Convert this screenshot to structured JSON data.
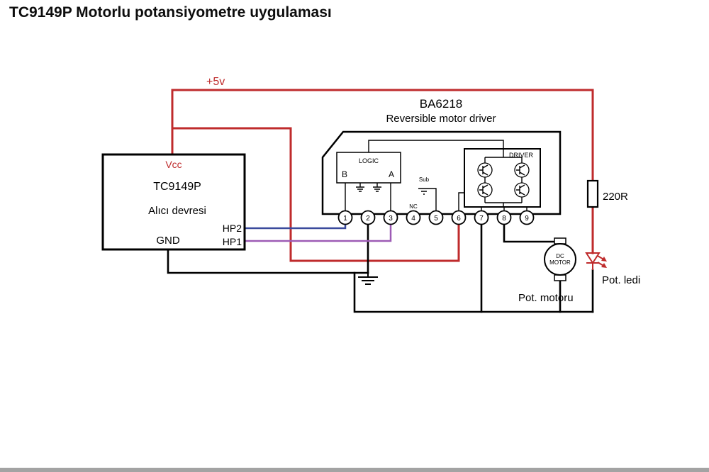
{
  "title": "TC9149P Motorlu potansiyometre uygulaması",
  "power": {
    "label": "+5v"
  },
  "receiver": {
    "vcc": "Vcc",
    "name": "TC9149P",
    "subtitle": "Alıcı devresi",
    "gnd": "GND",
    "hp2": "HP2",
    "hp1": "HP1"
  },
  "driver_ic": {
    "name": "BA6218",
    "subtitle": "Reversible motor driver",
    "logic_label": "LOGIC",
    "input_b": "B",
    "input_a": "A",
    "sub_label": "Sub",
    "nc_label": "NC",
    "driver_label": "DRIVER",
    "pins": [
      "1",
      "2",
      "3",
      "4",
      "5",
      "6",
      "7",
      "8",
      "9"
    ]
  },
  "components": {
    "resistor_value": "220R",
    "led_label": "Pot. ledi",
    "motor_label": "Pot. motoru",
    "motor_text_line1": "DC",
    "motor_text_line2": "MOTOR"
  },
  "colors": {
    "wire_red": "#bf2b2c",
    "wire_blue": "#3a4a9c",
    "wire_purple": "#9d5bb5",
    "ink": "#000000"
  }
}
